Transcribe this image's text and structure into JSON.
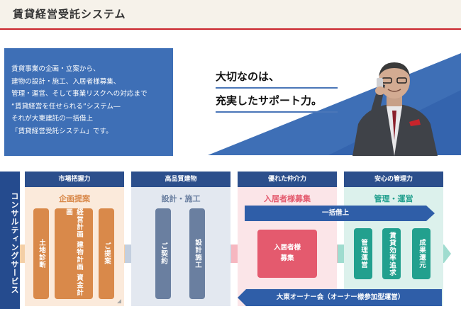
{
  "header": {
    "title": "賃貸経営受託システム"
  },
  "intro": {
    "lines": [
      "賃貸事業の企画・立案から、",
      "建物の設計・施工、入居者様募集、",
      "管理・運営、そして事業リスクへの対応まで",
      "“賃貸経営を任せられる”システム―",
      "それが大東建託の一括借上",
      "「賃貸経営受託システム」です。"
    ]
  },
  "catch": {
    "line1": "大切なのは、",
    "line2": "充実したサポート力。"
  },
  "side": {
    "label": "コンサルティングサービス"
  },
  "columns": [
    {
      "head": "市場把握力",
      "sub": "企画提案",
      "pills": [
        "土地診断",
        "経営計画 建物計画 資金計画",
        "ご提案"
      ]
    },
    {
      "head": "高品質建物",
      "sub": "設計・施工",
      "pills": [
        "ご契約",
        "設計施工"
      ]
    },
    {
      "head": "優れた仲介力",
      "sub": "入居者様募集",
      "box": [
        "入居者様",
        "募集"
      ]
    },
    {
      "head": "安心の管理力",
      "sub": "管理・運営",
      "pills": [
        "管理運営",
        "賃貸効率追求",
        "成果還元"
      ]
    }
  ],
  "bars": {
    "lease": "一括借上",
    "owner": "大東オーナー会（オーナー様参加型運営）"
  },
  "colors": {
    "blue": "#3e6fb6",
    "navy": "#254b8e",
    "orange": "#d9894a",
    "slate": "#6a7fa0",
    "pink": "#e45a6e",
    "teal": "#22a08e",
    "red": "#c9242b"
  }
}
